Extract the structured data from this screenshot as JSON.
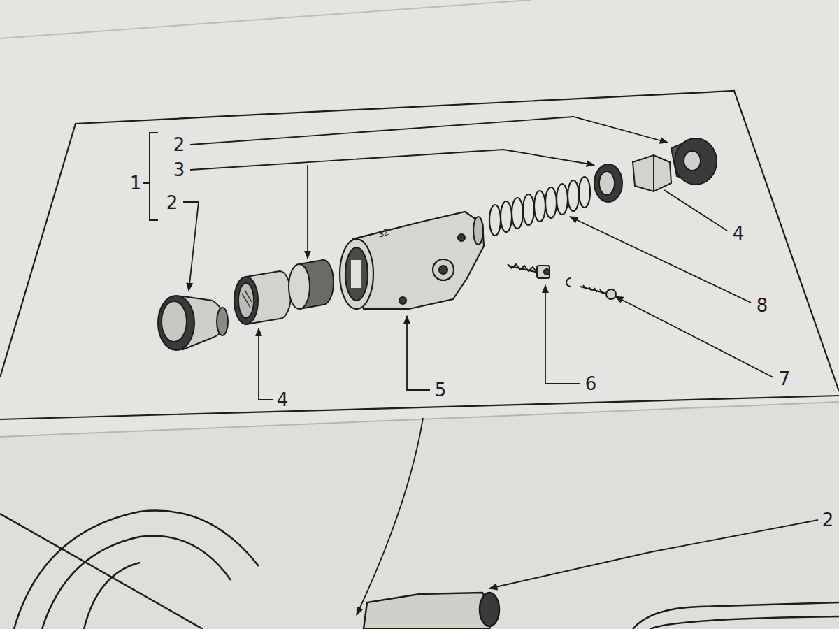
{
  "diagram": {
    "labels": [
      "2",
      "1",
      "3",
      "2",
      "4",
      "32",
      "8",
      "7",
      "6",
      "5",
      "4",
      "2"
    ]
  }
}
